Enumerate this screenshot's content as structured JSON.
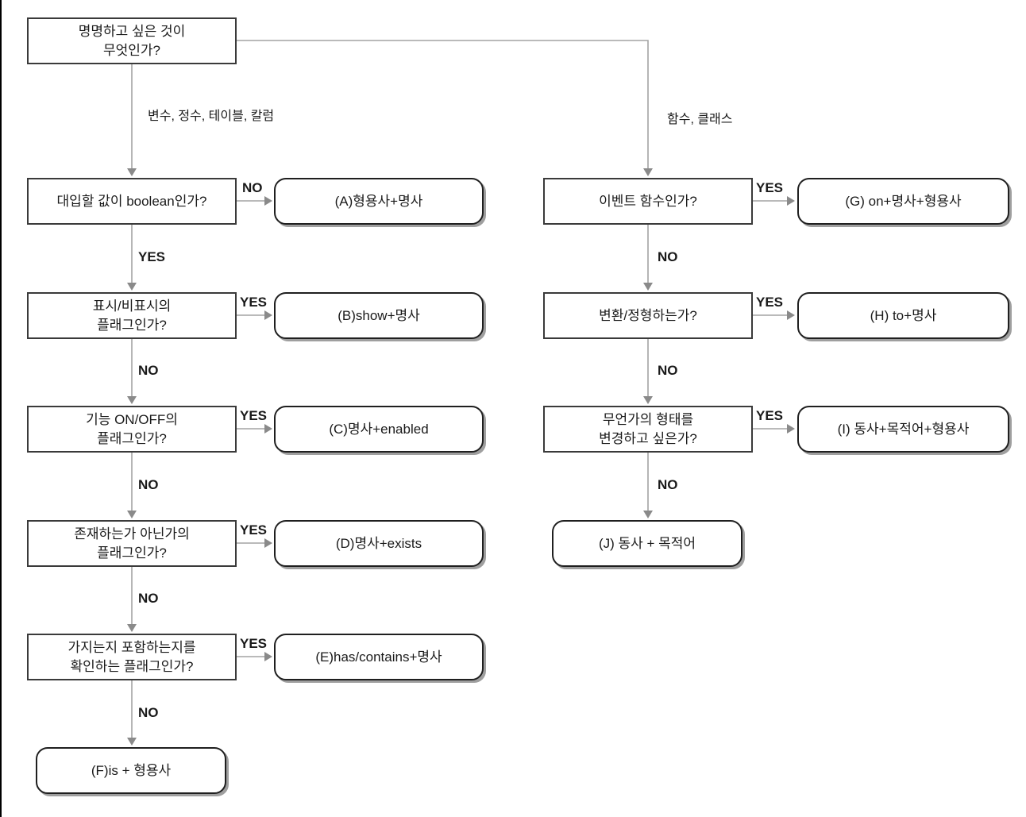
{
  "diagram": {
    "nodes": {
      "root": "명명하고 싶은 것이\n무엇인가?",
      "q_boolean": "대입할 값이 boolean인가?",
      "q_show": "표시/비표시의\n플래그인가?",
      "q_onoff": "기능 ON/OFF의\n플래그인가?",
      "q_exists": "존재하는가 아닌가의\n플래그인가?",
      "q_has": "가지는지 포함하는지를\n확인하는 플래그인가?",
      "r_event": "이벤트 함수인가?",
      "r_convert": "변환/정형하는가?",
      "r_change": "무언가의 형태를\n변경하고 싶은가?",
      "a": "(A)형용사+명사",
      "b": "(B)show+명사",
      "c": "(C)명사+enabled",
      "d": "(D)명사+exists",
      "e": "(E)has/contains+명사",
      "f": "(F)is + 형용사",
      "g": "(G) on+명사+형용사",
      "h": "(H) to+명사",
      "i": "(I) 동사+목적어+형용사",
      "j": "(J) 동사 + 목적어"
    },
    "edge_labels": {
      "left_branch": "변수, 정수, 테이블, 칼럼",
      "right_branch": "함수, 클래스",
      "yes": "YES",
      "no": "NO"
    },
    "colors": {
      "connector": "#a3a3a3",
      "arrowhead": "#8a8a8a",
      "decision_border": "#3a3a3a",
      "result_border": "#1f1f1f",
      "background": "#ffffff",
      "page_edge": "#000000"
    }
  }
}
